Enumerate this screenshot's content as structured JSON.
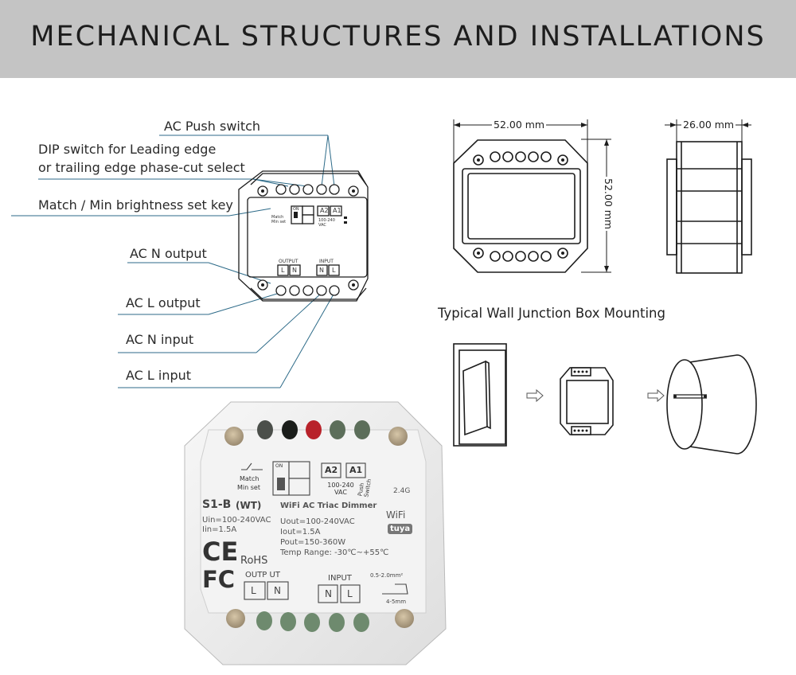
{
  "header": {
    "title": "MECHANICAL STRUCTURES AND INSTALLATIONS"
  },
  "callouts": {
    "ac_push_switch": "AC Push switch",
    "dip_line1": "DIP switch for Leading edge",
    "dip_line2": "or trailing edge phase-cut select",
    "match_key": "Match / Min brightness set key",
    "ac_n_output": "AC N output",
    "ac_l_output": "AC L output",
    "ac_n_input": "AC N input",
    "ac_l_input": "AC L input"
  },
  "dimensions": {
    "width": "52.00 mm",
    "height": "52.00 mm",
    "depth": "26.00 mm"
  },
  "mounting": {
    "title": "Typical Wall Junction Box Mounting"
  },
  "schematic_labels": {
    "a2": "A2",
    "a1": "A1",
    "match": "Match",
    "min_set": "Min set",
    "on": "ON",
    "voltage": "100-240 VAC",
    "output": "OUTPUT",
    "input": "INPUT",
    "l": "L",
    "n": "N"
  },
  "product": {
    "model": "S1-B",
    "variant": "(WT)",
    "name": "WiFi AC Triac Dimmer",
    "uin": "Uin=100-240VAC",
    "iin": "Iin=1.5A",
    "uout": "Uout=100-240VAC",
    "iout": "Iout=1.5A",
    "pout": "Pout=150-360W",
    "temp": "Temp Range: -30℃~+55℃",
    "rohs": "RoHS",
    "ce": "CE",
    "fc": "FC",
    "band": "2.4G",
    "wifi": "WiFi",
    "tuya": "tuya",
    "wire": "0.5-2.0mm²",
    "strip": "4-5mm",
    "voltage": "100-240 VAC",
    "push": "Push Switch",
    "output": "OUTP UT",
    "input": "INPUT",
    "a2": "A2",
    "a1": "A1",
    "on": "ON",
    "match": "Match",
    "min_set": "Min set",
    "l": "L",
    "n": "N"
  }
}
